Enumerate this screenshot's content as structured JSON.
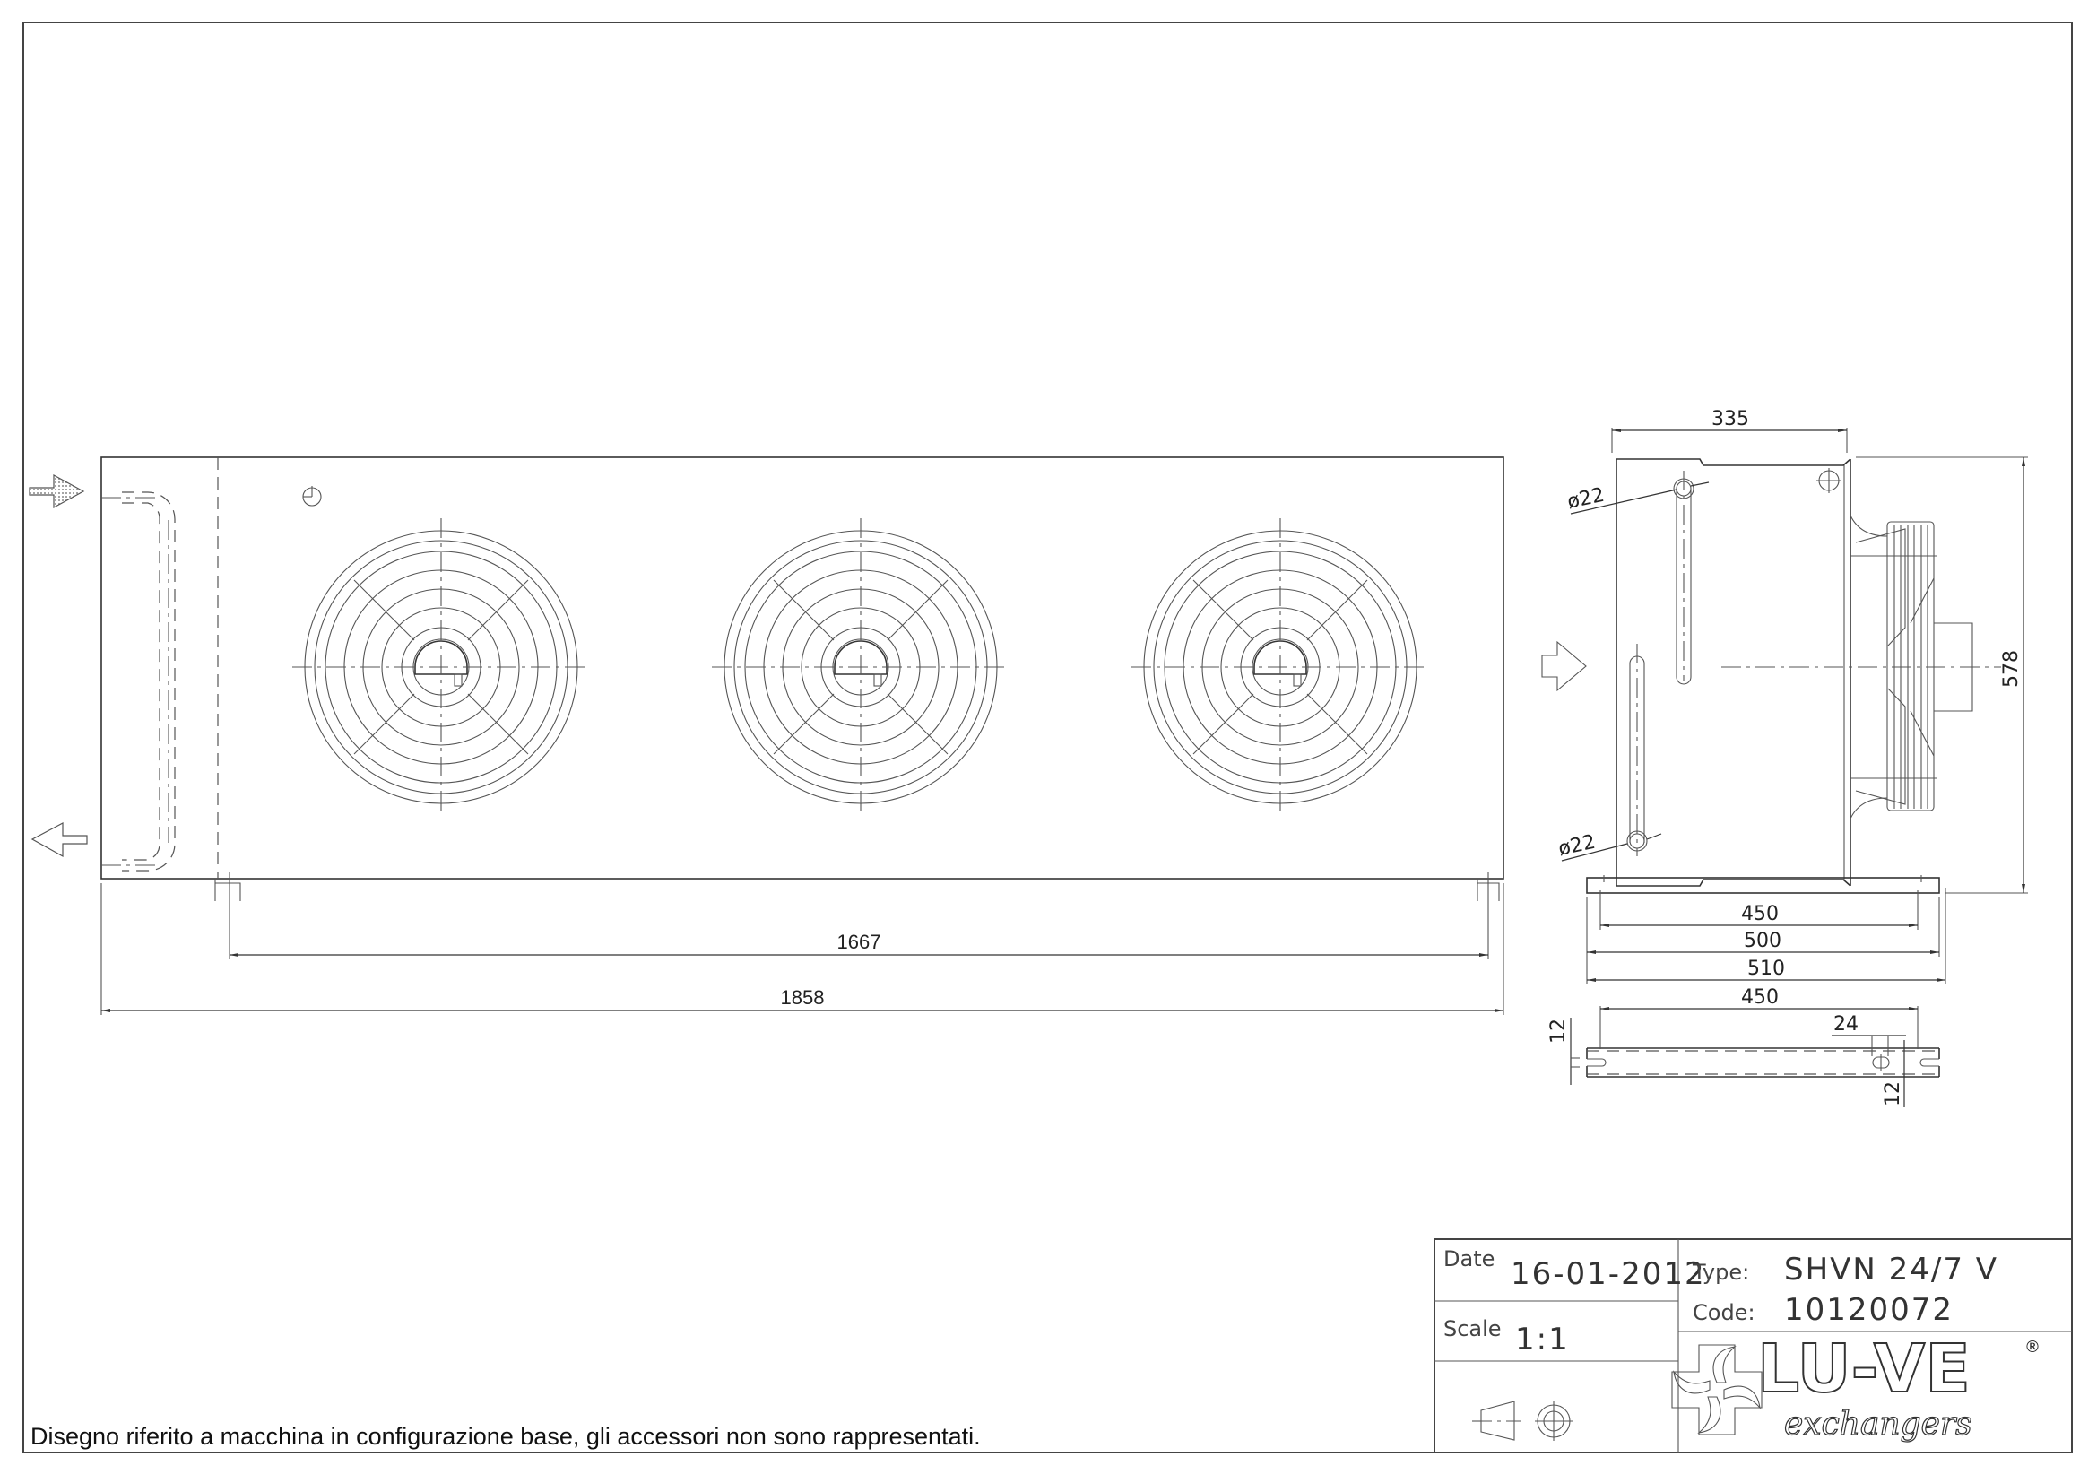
{
  "drawing": {
    "front_view": {
      "fans_count": 3,
      "dimensions": {
        "mounting_centers": "1667",
        "overall_length": "1858"
      },
      "flow_arrows": [
        "inlet-arrow",
        "outlet-arrow"
      ]
    },
    "side_view": {
      "dimensions": {
        "depth": "335",
        "height": "578",
        "connection_top": "ø22",
        "connection_bottom": "ø22",
        "foot_450": "450",
        "foot_500": "500",
        "foot_510": "510"
      }
    },
    "foot_detail": {
      "dimensions": {
        "hole_spacing": "450",
        "slot_width": "24",
        "slot_left": "12",
        "slot_right": "12"
      }
    }
  },
  "title_block": {
    "date_label": "Date",
    "date_value": "16-01-2012",
    "scale_label": "Scale",
    "scale_value": "1:1",
    "type_label": "Type:",
    "type_value": "SHVN 24/7 V",
    "code_label": "Code:",
    "code_value": "10120072",
    "logo_main": "LU-VE",
    "logo_registered": "®",
    "logo_sub": "exchangers",
    "projection_symbol": "first-angle-projection-icon"
  },
  "note": "Disegno riferito a macchina in configurazione base, gli accessori non sono rappresentati."
}
